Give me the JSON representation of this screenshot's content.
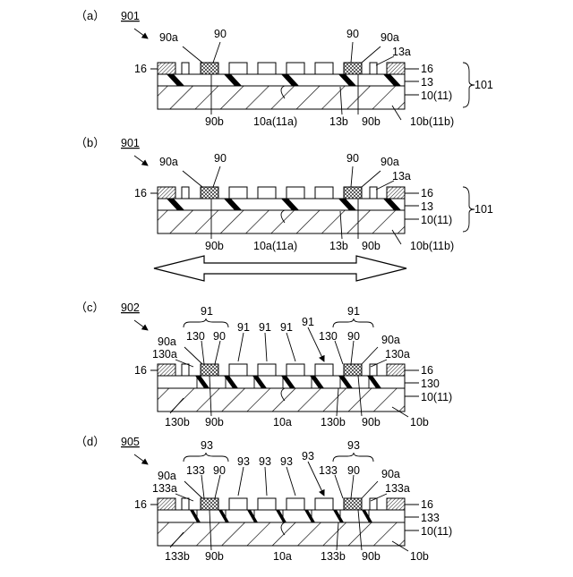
{
  "panels": [
    {
      "id": "a",
      "title": "（a）",
      "ref": "901",
      "labels": {
        "top_left_a": "90a",
        "top_left": "90",
        "top_right": "90",
        "top_right_a": "90a",
        "right_13a": "13a",
        "left_16": "16",
        "right_16": "16",
        "right_13": "13",
        "right_10": "10(11)",
        "brace": "101",
        "bot_90b_left": "90b",
        "bot_10a": "10a(11a)",
        "bot_13b": "13b",
        "bot_90b_right": "90b",
        "bot_10b": "10b(11b)"
      }
    },
    {
      "id": "b",
      "title": "（b）",
      "ref": "901",
      "labels": {
        "top_left_a": "90a",
        "top_left": "90",
        "top_right": "90",
        "top_right_a": "90a",
        "right_13a": "13a",
        "left_16": "16",
        "right_16": "16",
        "right_13": "13",
        "right_10": "10(11)",
        "brace": "101",
        "bot_90b_left": "90b",
        "bot_10a": "10a(11a)",
        "bot_13b": "13b",
        "bot_90b_right": "90b",
        "bot_10b": "10b(11b)"
      }
    },
    {
      "id": "c",
      "title": "（c）",
      "ref": "902",
      "labels": {
        "g_left": "91",
        "g1": "91",
        "g2": "91",
        "g3": "91",
        "g4": "91",
        "g_right": "91",
        "l_90a": "90a",
        "l_130": "130",
        "l_90": "90",
        "r_130": "130",
        "r_90": "90",
        "r_90a": "90a",
        "left_130a": "130a",
        "right_130a": "130a",
        "left_16": "16",
        "right_16": "16",
        "right_130": "130",
        "right_10": "10(11)",
        "bot_130b_left": "130b",
        "bot_90b_left": "90b",
        "bot_10a": "10a",
        "bot_130b_right": "130b",
        "bot_90b_right": "90b",
        "bot_10b": "10b"
      }
    },
    {
      "id": "d",
      "title": "（d）",
      "ref": "905",
      "labels": {
        "g_left": "93",
        "g1": "93",
        "g2": "93",
        "g3": "93",
        "g4": "93",
        "g_right": "93",
        "l_90a": "90a",
        "l_133": "133",
        "l_90": "90",
        "r_133": "133",
        "r_90": "90",
        "r_90a": "90a",
        "left_133a": "133a",
        "right_133a": "133a",
        "left_16": "16",
        "right_16": "16",
        "right_133": "133",
        "right_10": "10(11)",
        "bot_133b_left": "133b",
        "bot_90b_left": "90b",
        "bot_10a": "10a",
        "bot_133b_right": "133b",
        "bot_90b_right": "90b",
        "bot_10b": "10b"
      }
    }
  ]
}
